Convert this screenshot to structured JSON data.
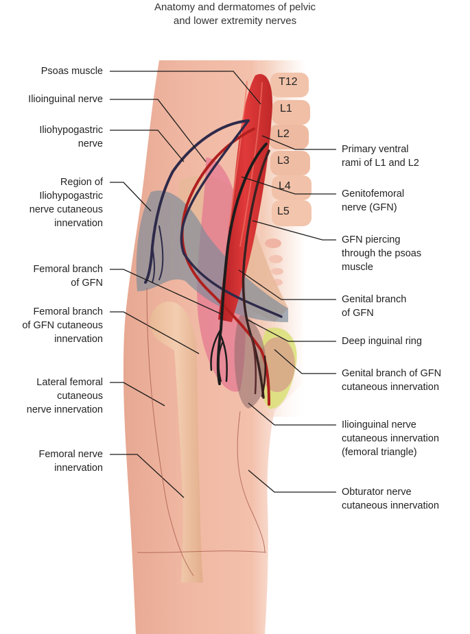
{
  "title": [
    "Anatomy and dermatomes of pelvic",
    "and lower extremity nerves"
  ],
  "vertebrae": [
    "T12",
    "L1",
    "L2",
    "L3",
    "L4",
    "L5"
  ],
  "labels_left": [
    {
      "id": "psoas",
      "lines": [
        "Psoas muscle"
      ]
    },
    {
      "id": "ilioinguinal",
      "lines": [
        "Ilioinguinal nerve"
      ]
    },
    {
      "id": "iliohypogastric",
      "lines": [
        "Iliohypogastric",
        "nerve"
      ]
    },
    {
      "id": "region-iliohypogastric",
      "lines": [
        "Region of",
        "Iliohypogastric",
        "nerve cutaneous",
        "innervation"
      ]
    },
    {
      "id": "femoral-branch",
      "lines": [
        "Femoral branch",
        "of GFN"
      ]
    },
    {
      "id": "femoral-branch-cutaneous",
      "lines": [
        "Femoral branch",
        "of GFN cutaneous",
        "innervation"
      ]
    },
    {
      "id": "lateral-femoral",
      "lines": [
        "Lateral femoral",
        "cutaneous",
        "nerve innervation"
      ]
    },
    {
      "id": "femoral-nerve",
      "lines": [
        "Femoral nerve",
        "innervation"
      ]
    }
  ],
  "labels_right": [
    {
      "id": "primary-ventral",
      "lines": [
        "Primary ventral",
        "rami of L1 and L2"
      ]
    },
    {
      "id": "genitofemoral",
      "lines": [
        "Genitofemoral",
        "nerve (GFN)"
      ]
    },
    {
      "id": "gfn-piercing",
      "lines": [
        "GFN piercing",
        "through the psoas",
        "muscle"
      ]
    },
    {
      "id": "genital-branch",
      "lines": [
        "Genital branch",
        "of GFN"
      ]
    },
    {
      "id": "deep-inguinal",
      "lines": [
        "Deep inguinal ring"
      ]
    },
    {
      "id": "genital-branch-cutaneous",
      "lines": [
        "Genital branch of GFN",
        "cutaneous innervation"
      ]
    },
    {
      "id": "ilioinguinal-cutaneous",
      "lines": [
        "Ilioinguinal nerve",
        "cutaneous innervation",
        "(femoral triangle)"
      ]
    },
    {
      "id": "obturator",
      "lines": [
        "Obturator nerve",
        "cutaneous innervation"
      ]
    }
  ]
}
